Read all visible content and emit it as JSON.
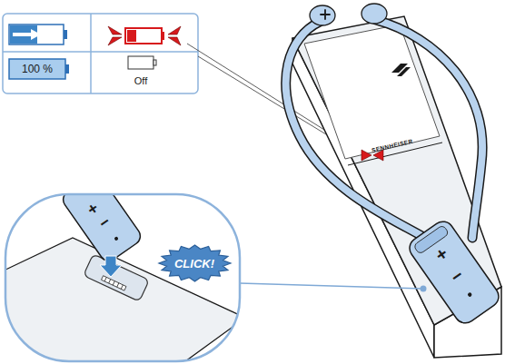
{
  "diagram": {
    "nodes": [
      {
        "text": [
          "CLICK!"
        ]
      }
    ],
    "labels": [
      "100 %",
      "Off",
      "SENNHEISER",
      "+",
      "−",
      "+",
      "−"
    ]
  }
}
